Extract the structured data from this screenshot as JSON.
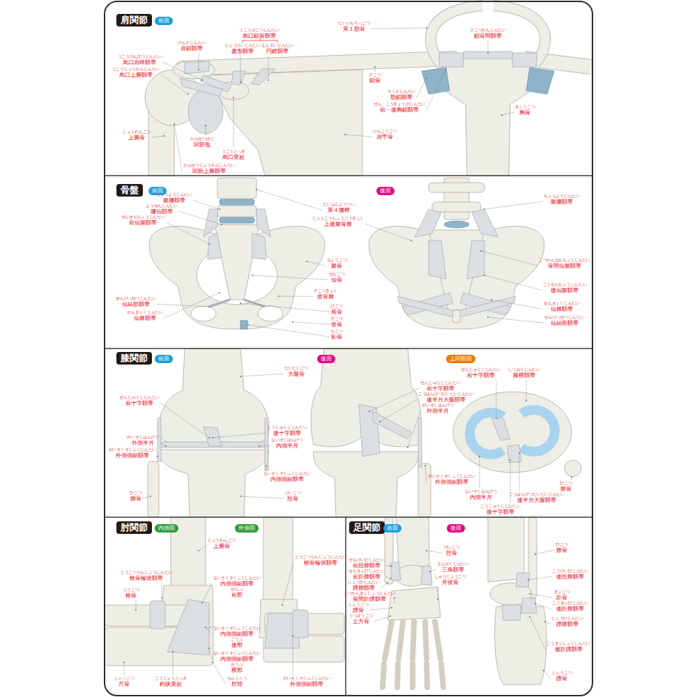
{
  "diagram": {
    "nodes": [
      {
        "text": [
          "肩関節"
        ]
      },
      {
        "text": [
          "前面"
        ]
      },
      {
        "text": [
          "骨盤"
        ]
      },
      {
        "text": [
          "前面"
        ]
      },
      {
        "text": [
          "後面"
        ]
      },
      {
        "text": [
          "膝関節"
        ]
      },
      {
        "text": [
          "前面"
        ]
      },
      {
        "text": [
          "後面"
        ]
      },
      {
        "text": [
          "上関節面"
        ]
      },
      {
        "text": [
          "肘関節"
        ]
      },
      {
        "text": [
          "内側面"
        ]
      },
      {
        "text": [
          "外側面"
        ]
      },
      {
        "text": [
          "足関節"
        ]
      },
      {
        "text": [
          "前面"
        ]
      },
      {
        "text": [
          "後面"
        ]
      }
    ],
    "labels": [
      "けんさじんたい",
      "肩鎖靱帯",
      "うこうさこつじんたい",
      "烏口鎖骨靱帯",
      "りょうけいじんたい",
      "菱形靱帯",
      "えんすいじんたい",
      "円錐靱帯",
      "うこうけんぽうじんたい",
      "烏口肩峰靱帯",
      "うこうじょうわんじんたい",
      "烏口上腕靱帯",
      "じょうわんこつ",
      "上腕骨",
      "かんせつほう",
      "関節包",
      "うこうとっき",
      "烏口突起",
      "かんせつじょうわんじんたい",
      "関節上腕靱帯",
      "けんこうこつ",
      "肩甲骨",
      "さこつ",
      "鎖骨",
      "だいいちろっこつ",
      "第１肋骨",
      "さこつかんじんたい",
      "鎖骨間靱帯",
      "ろくさじんたい",
      "肋鎖靱帯",
      "ぜん・こうきょうさじんたい",
      "前・後胸鎖靱帯",
      "きょうこつ",
      "胸骨",
      "ちょうようじんたい",
      "腸腰靱帯",
      "ようせんじんたい",
      "腰仙靱帯",
      "ぜんせんちょうじんたい",
      "前仙腸靱帯",
      "だいよんようつい",
      "第４腰椎",
      "じょうこうちょうこつきょく",
      "上後腸骨棘",
      "ちょうこつ",
      "腸骨",
      "せんこつ",
      "仙骨",
      "ざこつきょく",
      "坐骨棘",
      "びこつ",
      "尾骨",
      "ざこつ",
      "坐骨",
      "ちこつ",
      "恥骨",
      "せんけっせつじんたい",
      "仙結節靱帯",
      "せんきょくじんたい",
      "仙棘靱帯",
      "ちょうようじんたい",
      "腸腰靱帯",
      "こつかんせんちょうじんたい",
      "骨間仙腸靱帯",
      "こうせんちょうじんたい",
      "後仙腸靱帯",
      "せんきょくじんたい",
      "仙棘靱帯",
      "せんけっせつじんたい",
      "仙結節靱帯",
      "だいたいこつ",
      "大腿骨",
      "ぜんじゅうじじんたい",
      "前十字靱帯",
      "がいそくはんげつ",
      "外側半月",
      "がいそくそくふくじんたい",
      "外側側副靱帯",
      "こうじゅうじじんたい",
      "後十字靱帯",
      "ないそくはんげつ",
      "内側半月",
      "ないそくそくふくじんたい",
      "内側側副靱帯",
      "ひこつ",
      "腓骨",
      "けいこつ",
      "脛骨",
      "ぜんじゅうじじんたい",
      "前十字靱帯",
      "こうはんげつだいたいじんたい",
      "後半月大腿靱帯",
      "がいそくはんげつ",
      "外側半月",
      "がいそくそくふくじんたい",
      "外側側副靱帯",
      "ぜんじゅうじじんたい",
      "前十字靱帯",
      "しつおうじんたい",
      "膝横靱帯",
      "ないそくはんげつ",
      "内側半月",
      "こうはんげつだいたいじんたい",
      "後半月大腿靱帯",
      "こうじゅうじじんたい",
      "後十字靱帯",
      "ひこつ",
      "腓骨",
      "じょうわんこつ",
      "上腕骨",
      "とうこつりんじょうじんたい",
      "橈骨輪状靱帯",
      "とうこつ",
      "橈骨",
      "ないそくそくふくじんたい",
      "内側側副靱帯",
      "ぜんぶ",
      "前部",
      "ないそくそくふくじんたい",
      "内側側副靱帯",
      "こうぶ",
      "後部",
      "ないそくそくふくじんたい",
      "内側側副靱帯",
      "おうぶ",
      "横部",
      "ちゅうとう",
      "肘頭",
      "しゃっこつ",
      "尺骨",
      "こうじょうとっき",
      "鈎状突起",
      "とうこつりんじょうじんたい",
      "橈骨輪状靱帯",
      "がいそくそくふくじんたい",
      "外側側副靱帯",
      "けいこつ",
      "脛骨",
      "ぜんけいひじんたい",
      "前脛腓靱帯",
      "ぜんきょひじんたい",
      "前距腓靱帯",
      "しょうひじんたい",
      "踵腓靱帯",
      "こつかんきょしょうじんたい",
      "骨間距踵靱帯",
      "しょうこつ",
      "踵骨",
      "りっぽうこつ",
      "立方骨",
      "さんかくじんたい",
      "三角靱帯",
      "しゅうじょうこつ",
      "舟状骨",
      "ひこつ",
      "腓骨",
      "こうけいひじんたい",
      "後脛腓靱帯",
      "きょこつ",
      "距骨",
      "こうきょひじんたい",
      "後距腓靱帯",
      "しょうひじんたい",
      "踵腓靱帯",
      "こうきょしょうじんたい",
      "後距踵靱帯",
      "しょうこつ",
      "踵骨"
    ]
  }
}
